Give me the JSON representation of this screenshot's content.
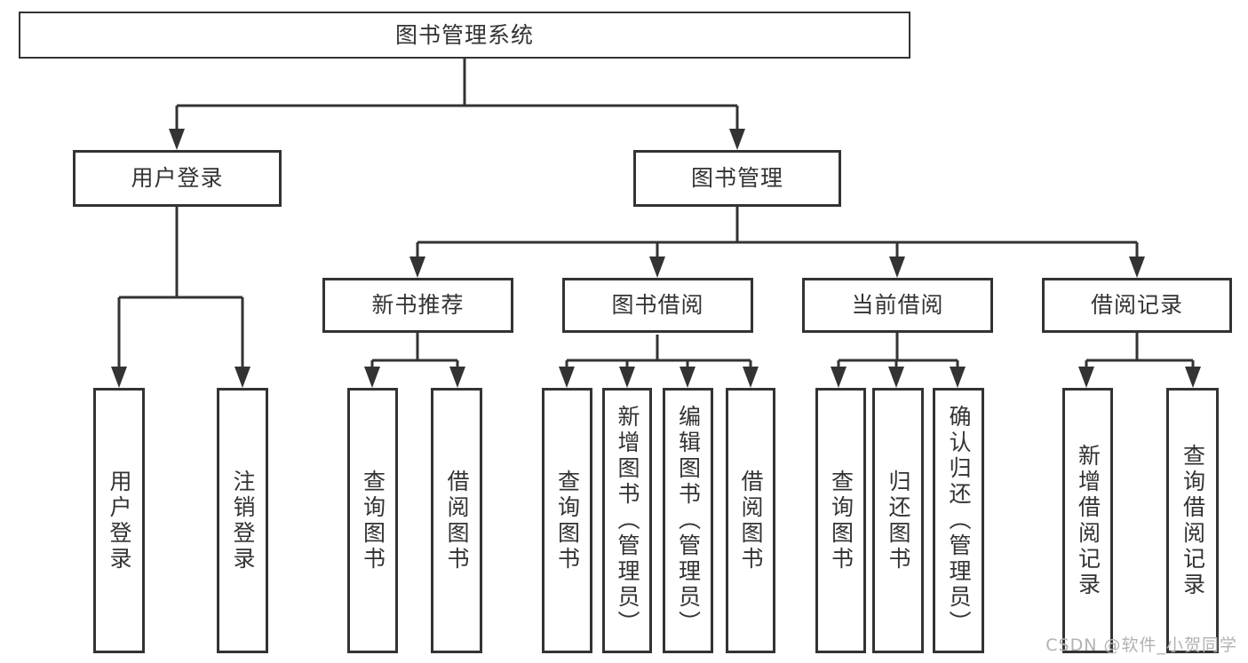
{
  "colors": {
    "line": "#333333",
    "text": "#333333",
    "background": "#ffffff",
    "watermark": "#b2b2b2"
  },
  "tree": {
    "label": "图书管理系统",
    "children": [
      {
        "label": "用户登录",
        "children": [
          {
            "label": "用户登录"
          },
          {
            "label": "注销登录"
          }
        ]
      },
      {
        "label": "图书管理",
        "children": [
          {
            "label": "新书推荐",
            "children": [
              {
                "label": "查询图书"
              },
              {
                "label": "借阅图书"
              }
            ]
          },
          {
            "label": "图书借阅",
            "children": [
              {
                "label": "查询图书"
              },
              {
                "label": "新增图书（管理员）"
              },
              {
                "label": "编辑图书（管理员）"
              },
              {
                "label": "借阅图书"
              }
            ]
          },
          {
            "label": "当前借阅",
            "children": [
              {
                "label": "查询图书"
              },
              {
                "label": "归还图书"
              },
              {
                "label": "确认归还（管理员）"
              }
            ]
          },
          {
            "label": "借阅记录",
            "children": [
              {
                "label": "新增借阅记录"
              },
              {
                "label": "查询借阅记录"
              }
            ]
          }
        ]
      }
    ]
  },
  "watermark": {
    "text": "CSDN @软件_小贺同学"
  }
}
